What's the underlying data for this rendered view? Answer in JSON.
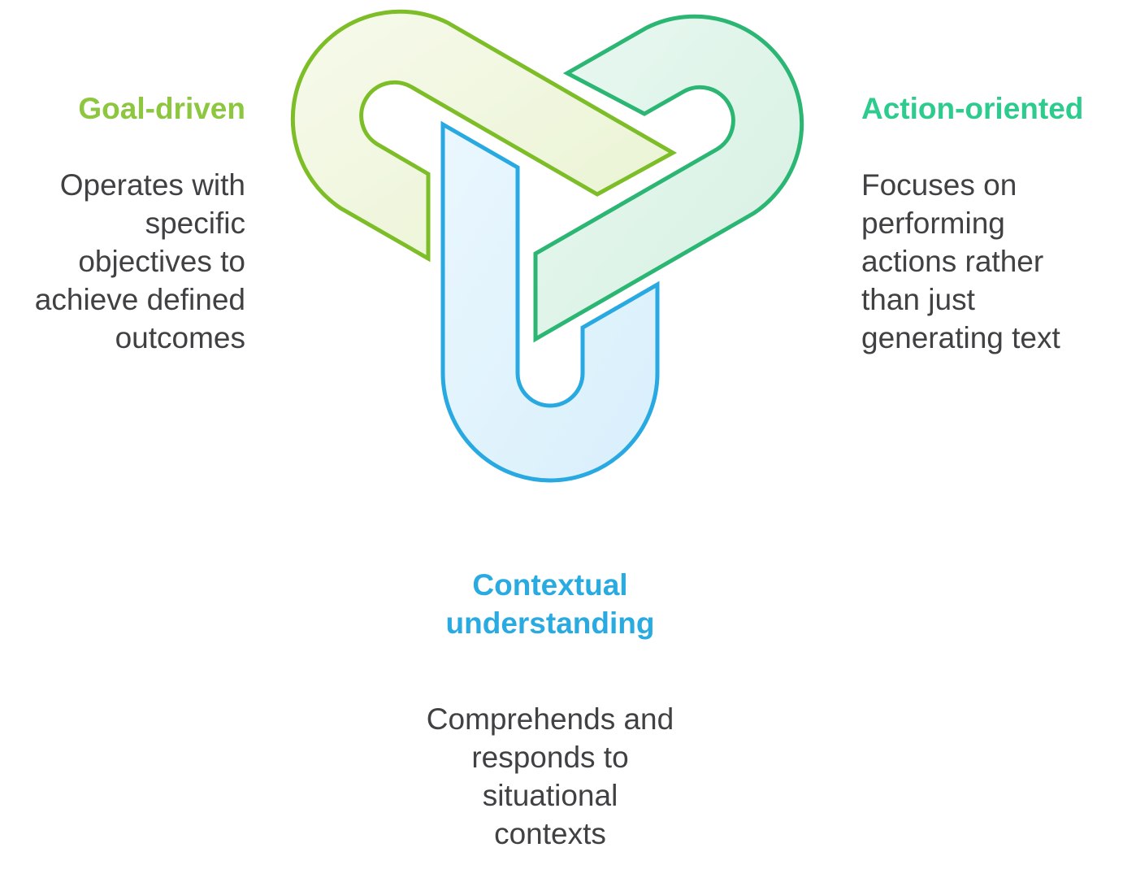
{
  "diagram": {
    "background": "#FFFFFF",
    "text_color": "#414042",
    "knot": {
      "arms": [
        {
          "name": "goal-driven-arm",
          "stroke": "#7DBE28",
          "fill_start": "#F7FAEC",
          "fill_end": "#E9F3D1"
        },
        {
          "name": "action-oriented-arm",
          "stroke": "#2BB673",
          "fill_start": "#E9F8F1",
          "fill_end": "#D6F0E2"
        },
        {
          "name": "contextual-understanding-arm",
          "stroke": "#29A9E1",
          "fill_start": "#EAF7FE",
          "fill_end": "#D8EFFB"
        }
      ]
    },
    "panels": {
      "goal_driven": {
        "heading": "Goal-driven",
        "heading_color": "#8DC63F",
        "body": "Operates with\nspecific\nobjectives to\nachieve defined\noutcomes"
      },
      "action_oriented": {
        "heading": "Action-oriented",
        "heading_color": "#2DCB8D",
        "body": "Focuses on\nperforming\nactions rather\nthan just\ngenerating text"
      },
      "contextual_understanding": {
        "heading": "Contextual\nunderstanding",
        "heading_color": "#29ABE2",
        "body": "Comprehends and\nresponds to\nsituational\ncontexts"
      }
    }
  }
}
